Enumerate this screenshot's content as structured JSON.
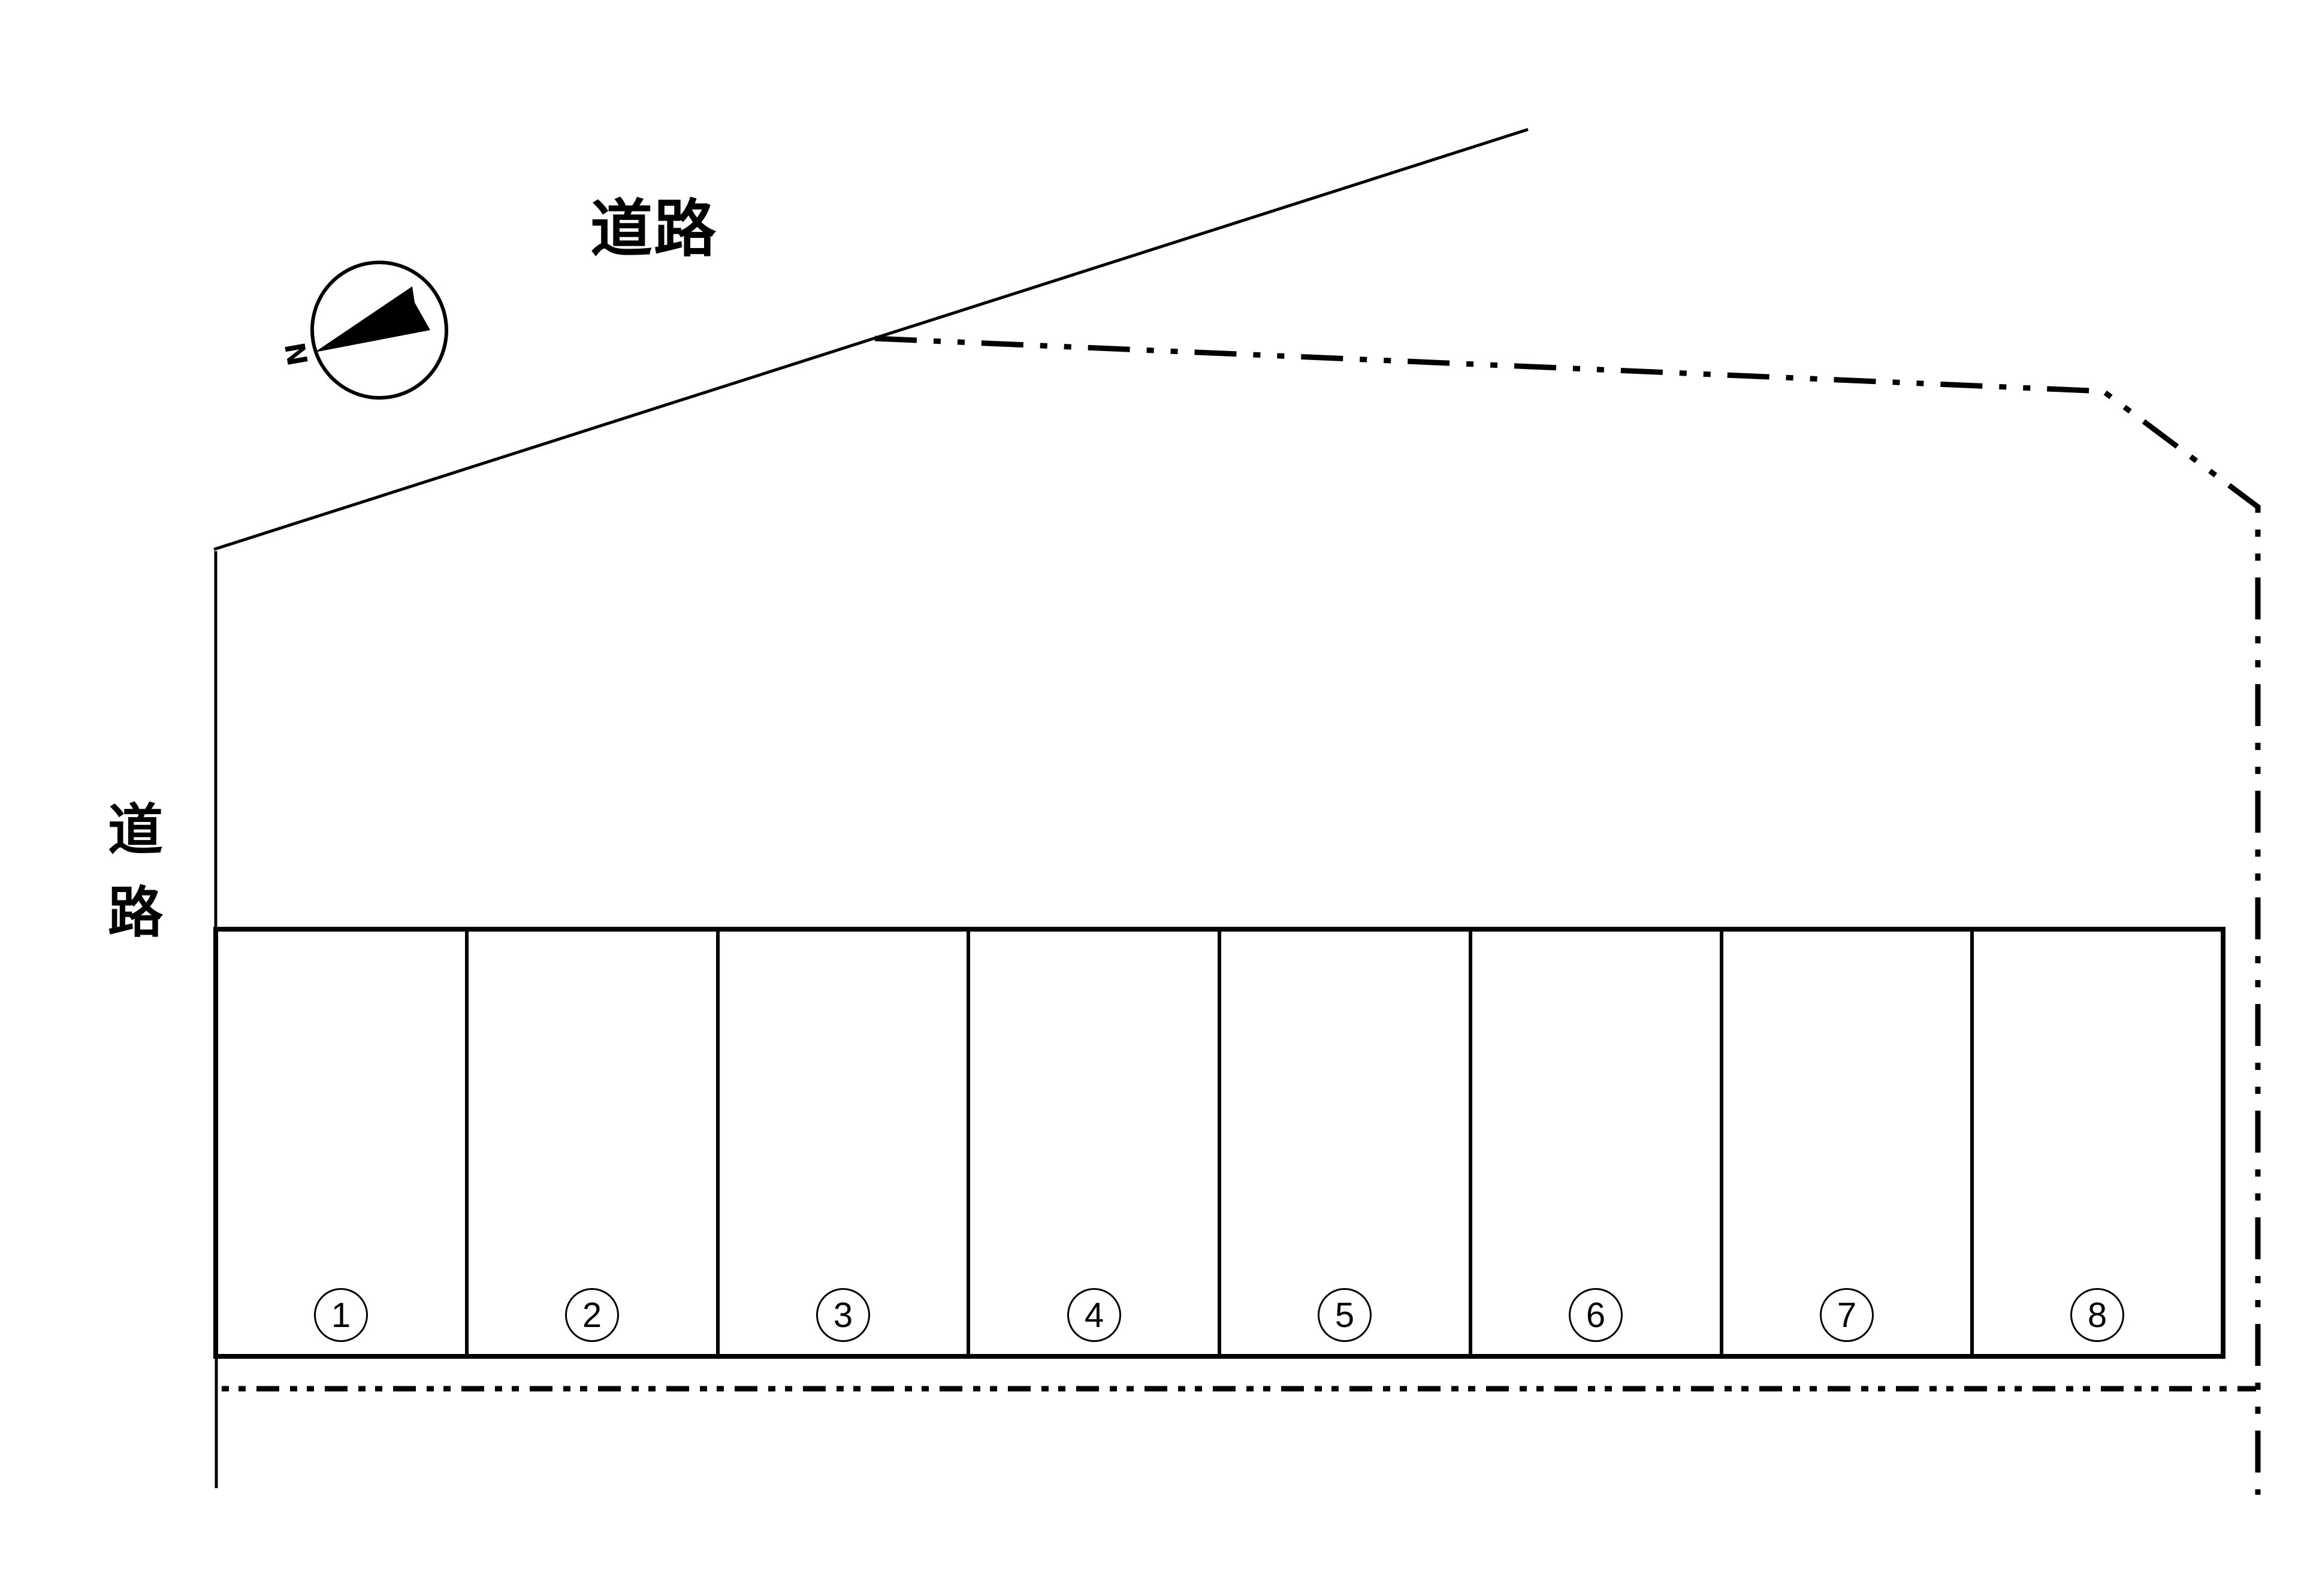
{
  "labels": {
    "road_top": "道路",
    "road_left": [
      "道",
      "路"
    ]
  },
  "compass": {
    "letter": "N",
    "icon": "north-arrow-icon"
  },
  "parking": {
    "spots": [
      {
        "number": "1",
        "label": "①"
      },
      {
        "number": "2",
        "label": "②"
      },
      {
        "number": "3",
        "label": "③"
      },
      {
        "number": "4",
        "label": "④"
      },
      {
        "number": "5",
        "label": "⑤"
      },
      {
        "number": "6",
        "label": "⑥"
      },
      {
        "number": "7",
        "label": "⑦"
      },
      {
        "number": "8",
        "label": "⑧"
      }
    ]
  },
  "colors": {
    "line": "#000000",
    "background": "#ffffff"
  }
}
